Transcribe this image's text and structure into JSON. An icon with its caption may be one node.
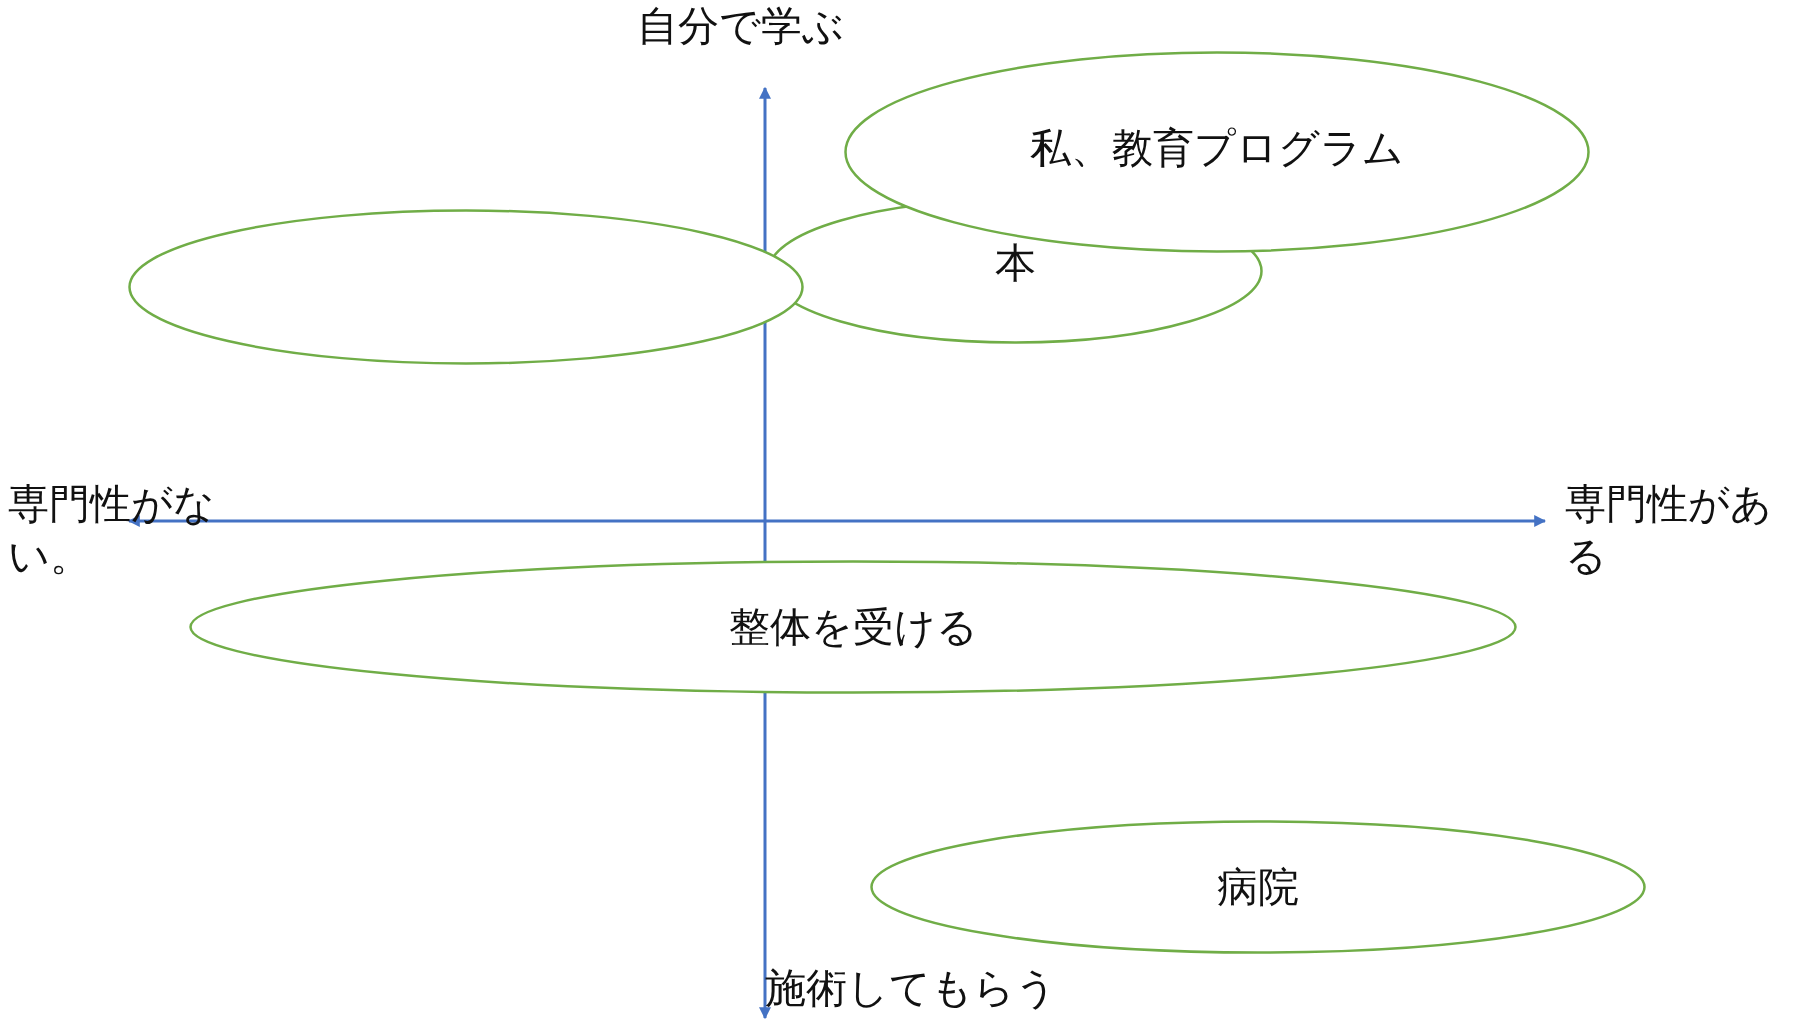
{
  "diagram": {
    "nodes": [
      {
        "text": [
          "私、教育プログラム"
        ]
      },
      {
        "text": [
          "本"
        ]
      },
      {
        "text": [],
        "shape": "ellipse"
      },
      {
        "text": [
          "整体を受ける"
        ]
      },
      {
        "text": [
          "病院"
        ]
      }
    ],
    "labels": [
      "自分で学ぶ",
      "専門性がない。",
      "専門性がある",
      "施術してもらう"
    ]
  }
}
